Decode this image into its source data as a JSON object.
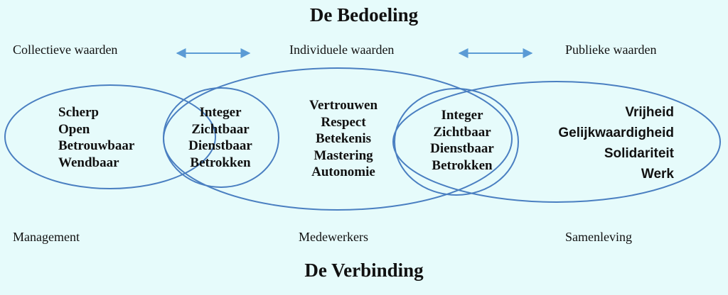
{
  "title_top": "De Bedoeling",
  "title_bottom": "De Verbinding",
  "top_labels": [
    "Collectieve waarden",
    "Individuele waarden",
    "Publieke waarden"
  ],
  "bottom_labels": [
    "Management",
    "Medewerkers",
    "Samenleving"
  ],
  "left_words": [
    "Scherp",
    "Open",
    "Betrouwbaar",
    "Wendbaar"
  ],
  "overlap_left_words": [
    "Integer",
    "Zichtbaar",
    "Dienstbaar",
    "Betrokken"
  ],
  "center_words": [
    "Vertrouwen",
    "Respect",
    "Betekenis",
    "Mastering",
    "Autonomie"
  ],
  "overlap_right_words": [
    "Integer",
    "Zichtbaar",
    "Dienstbaar",
    "Betrokken"
  ],
  "right_words": [
    "Vrijheid",
    "Gelijkwaardigheid",
    "Solidariteit",
    "Werk"
  ],
  "colors": {
    "background": "#e6fbfb",
    "ellipse_stroke": "#4a7fc1",
    "arrow": "#5b9bd5",
    "text": "#111111"
  }
}
